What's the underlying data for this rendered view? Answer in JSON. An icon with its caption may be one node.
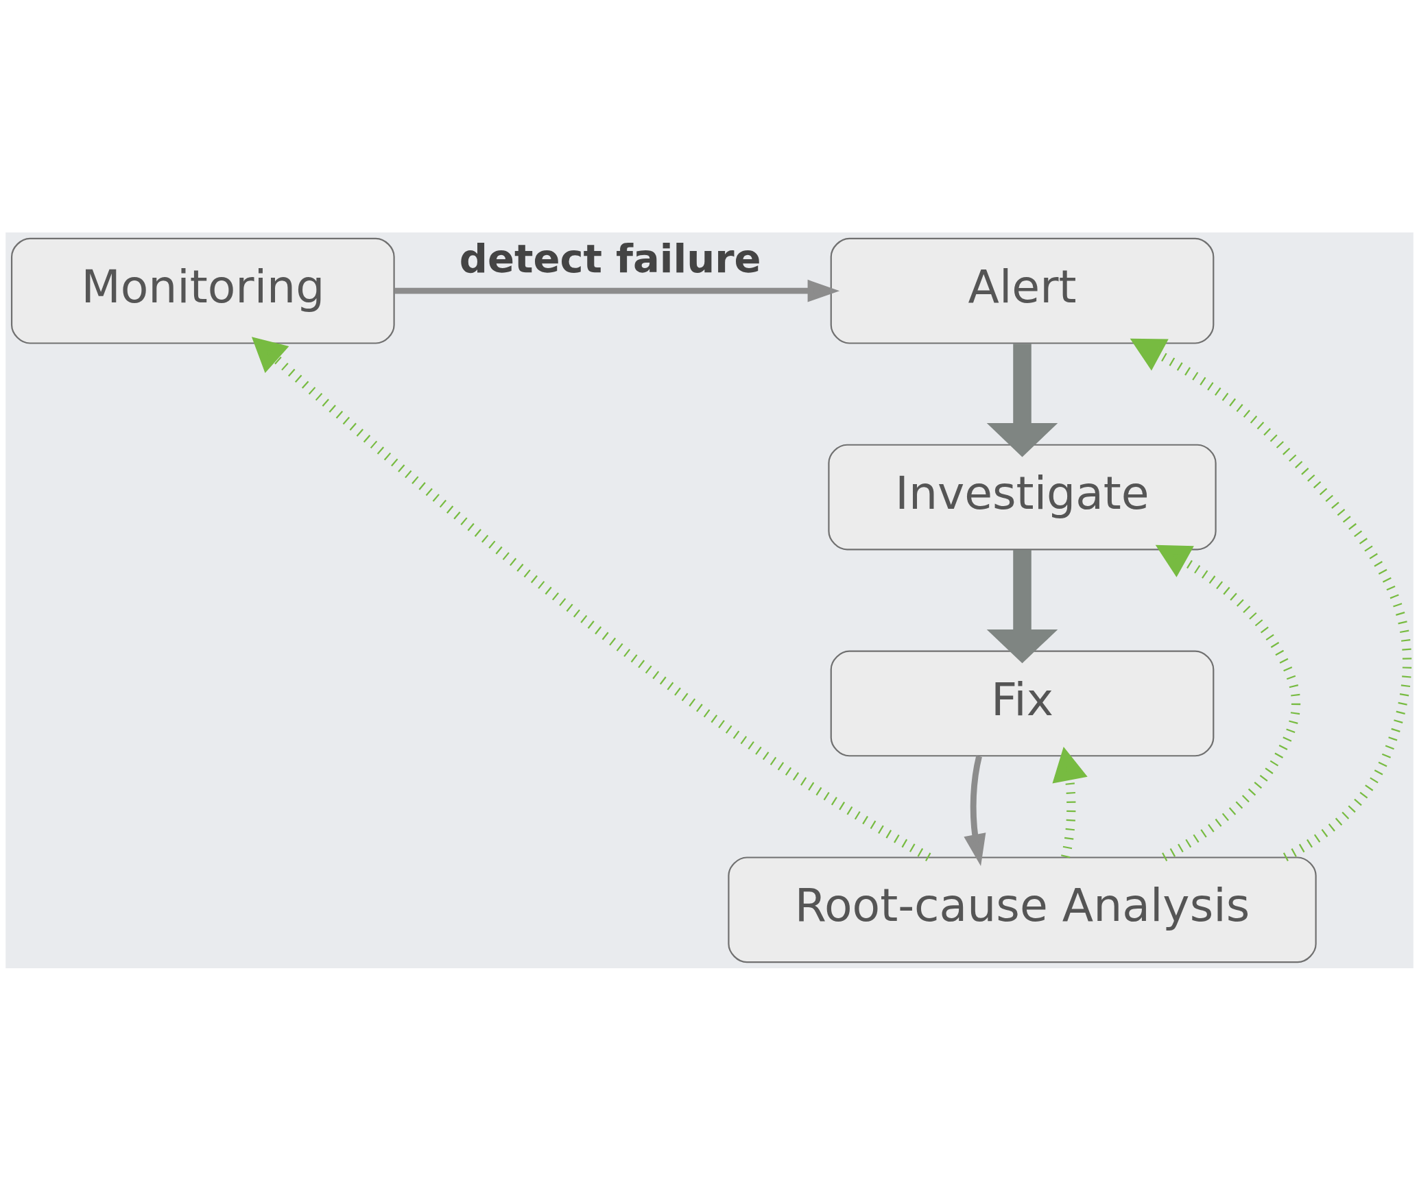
{
  "diagram": {
    "nodes": [
      {
        "text": [
          "Monitoring"
        ]
      },
      {
        "text": [
          "Alert"
        ]
      },
      {
        "text": [
          "Investigate"
        ]
      },
      {
        "text": [
          "Fix"
        ]
      },
      {
        "text": [
          "Root-cause Analysis"
        ]
      }
    ],
    "edges": [
      {
        "from": 0,
        "to": 1,
        "arrow": "to",
        "label": "detect failure"
      },
      {
        "from": 1,
        "to": 2,
        "arrow": "to",
        "style": "thick",
        "color": "#7f8582"
      },
      {
        "from": 2,
        "to": 3,
        "arrow": "to",
        "style": "thick",
        "color": "#7f8582"
      },
      {
        "from": 3,
        "to": 4,
        "arrow": "to"
      },
      {
        "from": 4,
        "to": 0,
        "arrow": "to",
        "style": "dashed",
        "color": "#77bb41"
      },
      {
        "from": 4,
        "to": 1,
        "arrow": "to",
        "style": "dashed",
        "color": "#77bb41"
      },
      {
        "from": 4,
        "to": 2,
        "arrow": "to",
        "style": "dashed",
        "color": "#77bb41"
      },
      {
        "from": 4,
        "to": 3,
        "arrow": "to",
        "style": "dashed",
        "color": "#77bb41"
      }
    ]
  }
}
